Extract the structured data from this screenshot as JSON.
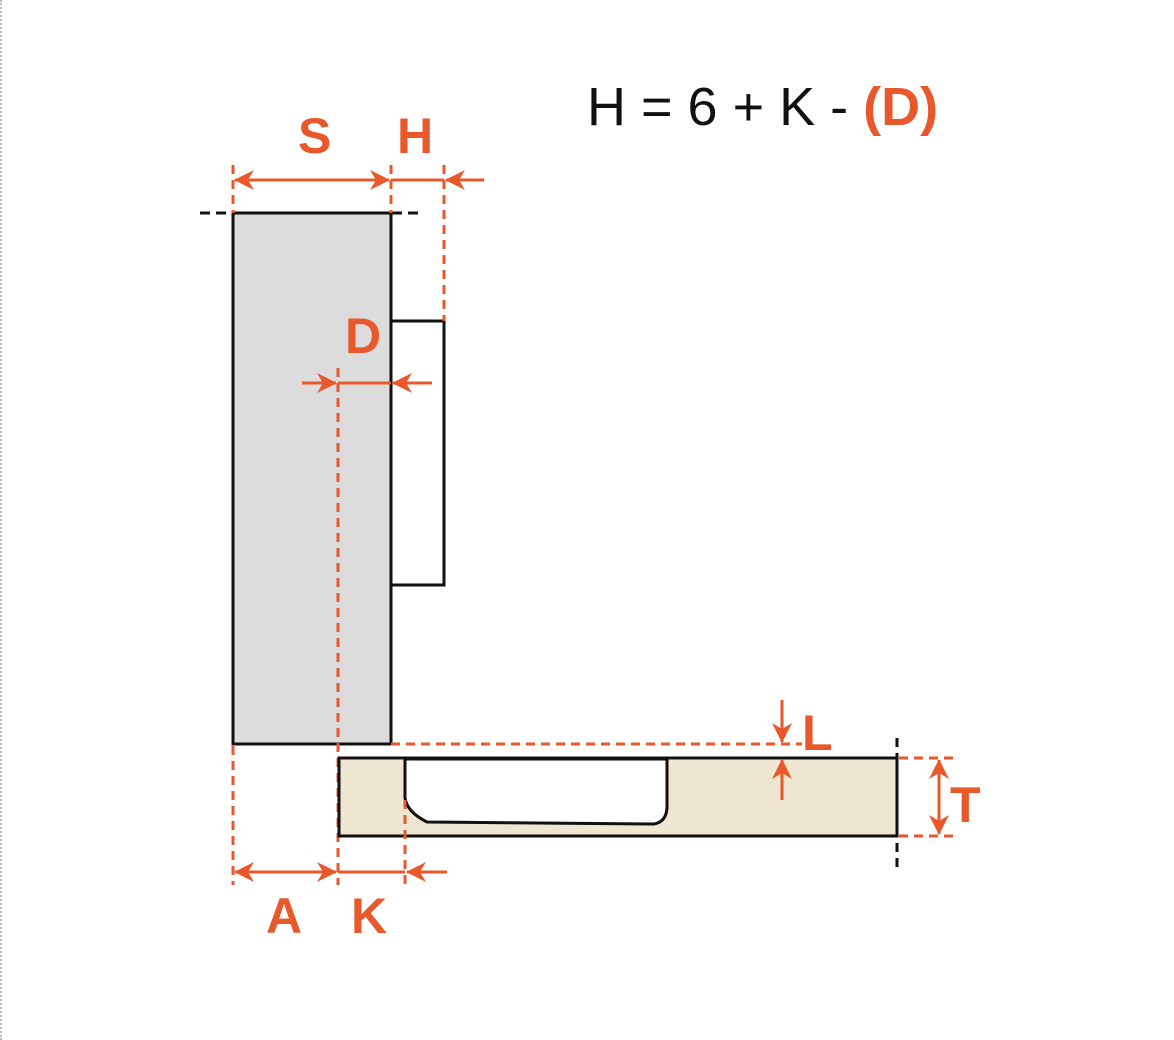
{
  "formula": {
    "main": "H = 6 + K - ",
    "highlight": "(D)"
  },
  "labels": {
    "S": "S",
    "H": "H",
    "D": "D",
    "L": "L",
    "T": "T",
    "A": "A",
    "K": "K"
  },
  "colors": {
    "accent": "#e8582a",
    "cabinet_side": "#dcdcdc",
    "door": "#efe6d2",
    "line": "#111111"
  }
}
